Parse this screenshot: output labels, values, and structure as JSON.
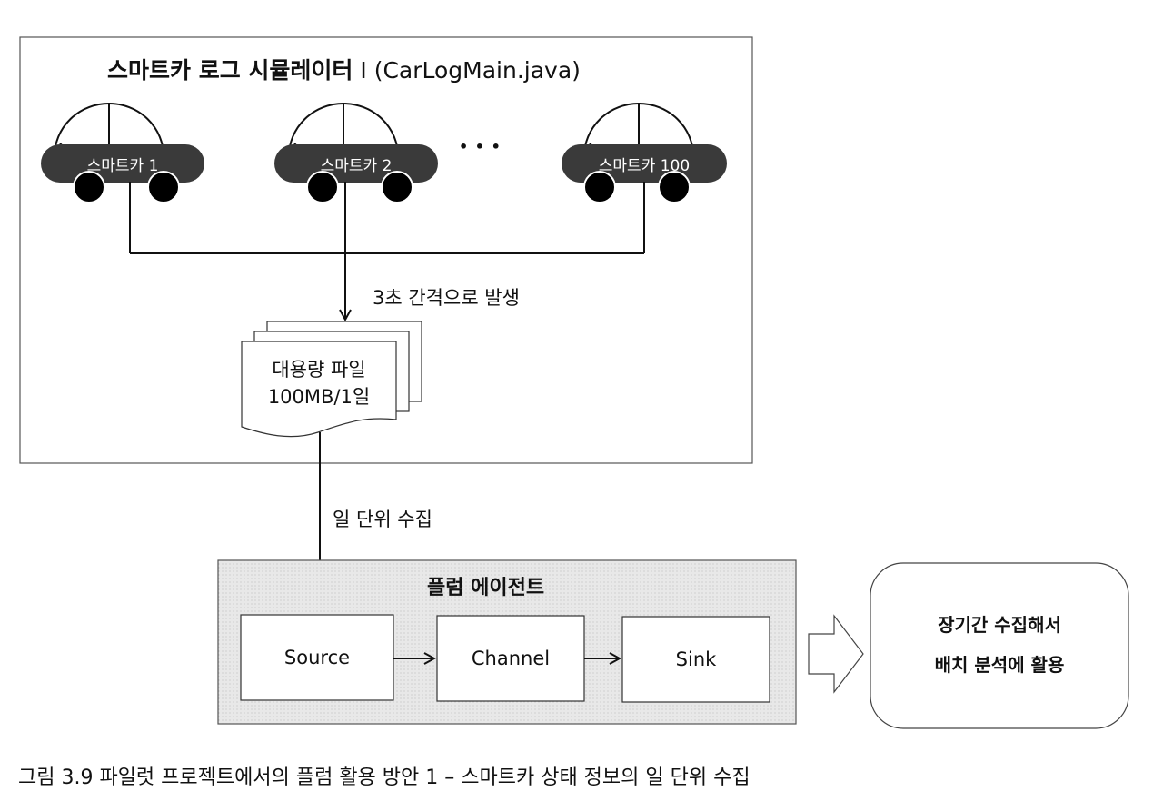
{
  "simulator": {
    "title_bold": "스마트카 로그 시뮬레이터",
    "title_rest": " I (CarLogMain.java)",
    "cars": [
      {
        "label": "스마트카 1"
      },
      {
        "label": "스마트카 2"
      },
      {
        "label": "스마트카 100"
      }
    ],
    "ellipsis": "• • •",
    "interval_label": "3초 간격으로  발생",
    "file": {
      "line1": "대용량  파일",
      "line2": "100MB/1일"
    }
  },
  "collect_label": "일  단위  수집",
  "agent": {
    "title": "플럼 에이전트",
    "components": [
      {
        "label": "Source"
      },
      {
        "label": "Channel"
      },
      {
        "label": "Sink"
      }
    ]
  },
  "result": {
    "line1": "장기간  수집해서",
    "line2": "배치  분석에  활용"
  },
  "caption": "그림 3.9 파일럿 프로젝트에서의 플럼 활용 방안 1 – 스마트카 상태 정보의 일 단위 수집",
  "colors": {
    "car_body": "#3a3a3a",
    "agent_bg": "#e6e6e6",
    "line": "#111111"
  }
}
